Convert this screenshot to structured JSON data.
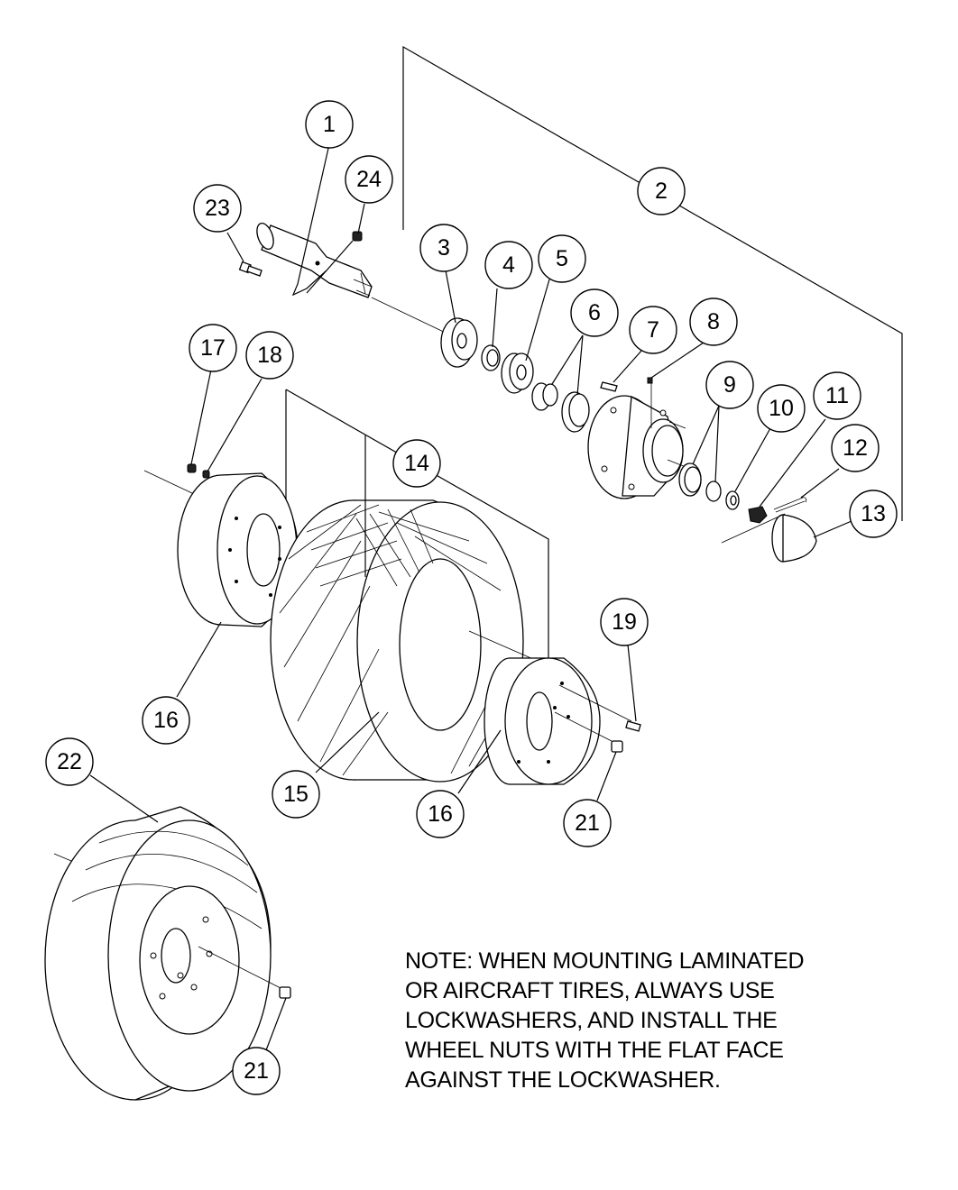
{
  "callouts": [
    "1",
    "2",
    "3",
    "4",
    "5",
    "6",
    "7",
    "8",
    "9",
    "10",
    "11",
    "12",
    "13",
    "14",
    "15",
    "16",
    "16",
    "17",
    "18",
    "19",
    "21",
    "21",
    "22",
    "23",
    "24"
  ],
  "note": {
    "lines": [
      "NOTE: WHEN MOUNTING LAMINATED",
      "OR AIRCRAFT TIRES, ALWAYS USE",
      "LOCKWASHERS, AND INSTALL THE",
      "WHEEL NUTS WITH THE FLAT FACE",
      "AGAINST THE LOCKWASHER."
    ]
  }
}
